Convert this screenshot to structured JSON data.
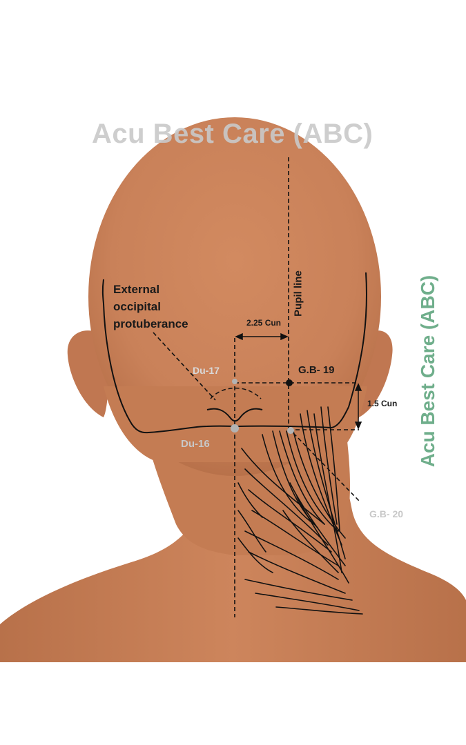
{
  "watermark": {
    "top": "Acu Best Care (ABC)",
    "side": "Acu Best Care (ABC)",
    "top_color": "#c9c9c9",
    "side_color": "#6fae8b"
  },
  "labels": {
    "eop_line1": "External",
    "eop_line2": "occipital",
    "eop_line3": "protuberance",
    "pupil_line": "Pupil line",
    "distance_horizontal": "2.25 Cun",
    "distance_vertical": "1.5 Cun"
  },
  "points": [
    {
      "id": "du17",
      "name": "Du-17",
      "color": "#b3b3b3"
    },
    {
      "id": "gb19",
      "name": "G.B- 19",
      "color": "#111111"
    },
    {
      "id": "du16",
      "name": "Du-16",
      "color": "#b3b3b3"
    },
    {
      "id": "gb20",
      "name": "G.B- 20",
      "color": "#b3b3b3"
    }
  ],
  "colors": {
    "skin": "#c98159",
    "skin_dark": "#b06a45",
    "line": "#111111"
  }
}
